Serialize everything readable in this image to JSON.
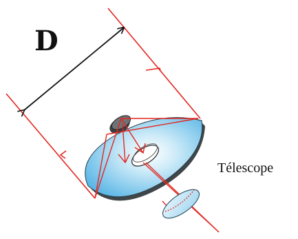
{
  "labels": {
    "aperture": "D",
    "instrument": "Télescope"
  },
  "colors": {
    "ray": "#e3261f",
    "dimension_arrow": "#111111",
    "mirror_fill": "#79c9ee",
    "mirror_rim": "#3e4649",
    "lens_fill": "#bfe6f7",
    "secondary_mirror": "#3a3f42"
  },
  "icons": [
    "primary-mirror",
    "secondary-mirror",
    "eyepiece-lens",
    "light-ray-arrow",
    "dimension-arrow"
  ]
}
